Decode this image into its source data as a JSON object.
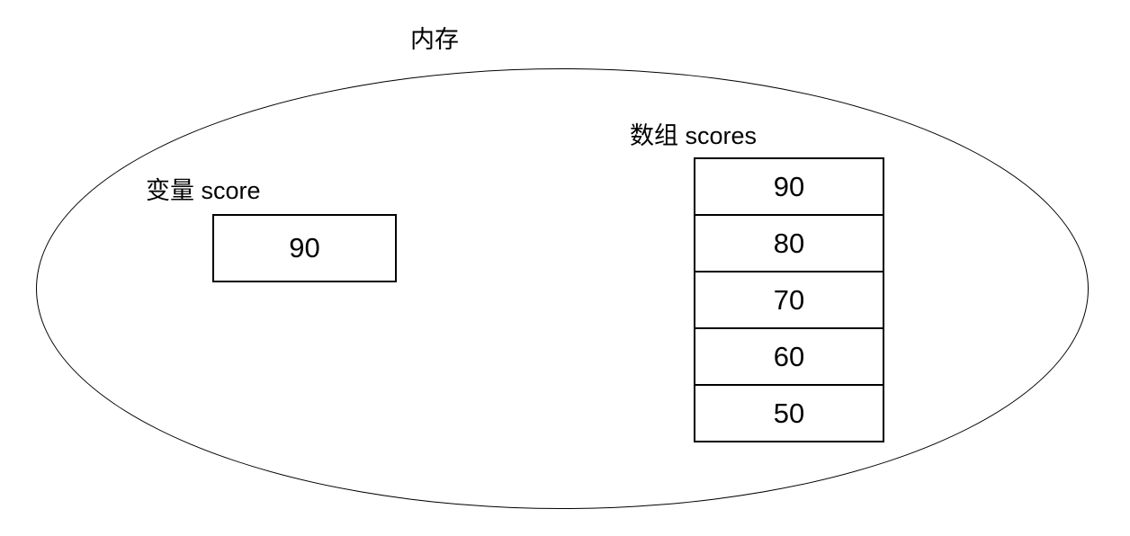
{
  "diagram": {
    "title": "内存",
    "variable": {
      "label": "变量 score",
      "value": "90"
    },
    "array": {
      "label": "数组 scores",
      "cells": [
        "90",
        "80",
        "70",
        "60",
        "50"
      ]
    }
  },
  "colors": {
    "line": "#000000",
    "background": "#ffffff"
  }
}
